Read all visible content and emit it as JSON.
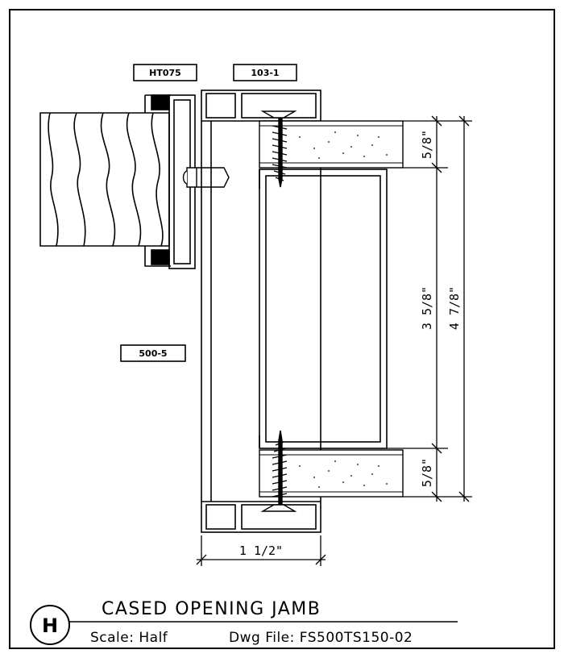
{
  "tags": {
    "hardware": "HT075",
    "trim_profile": "103-1",
    "frame_profile": "500-5"
  },
  "dimensions": {
    "top_panel": "5/8\"",
    "center_depth": "3 5/8\"",
    "overall_depth": "4 7/8\"",
    "bottom_panel": "5/8\"",
    "width": "1 1/2\""
  },
  "title_block": {
    "detail_letter": "H",
    "title": "CASED OPENING JAMB",
    "scale": "Scale: Half",
    "dwg_file": "Dwg File:  FS500TS150-02"
  }
}
